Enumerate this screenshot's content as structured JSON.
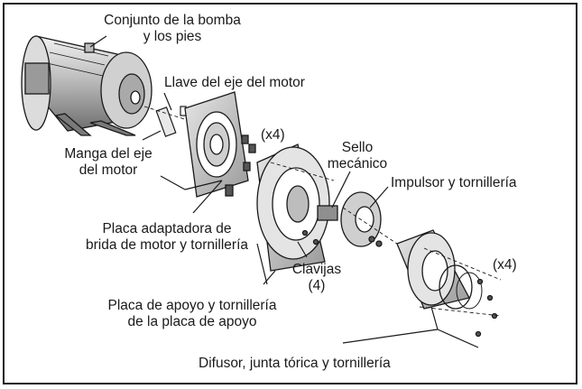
{
  "labels": {
    "pump_feet": [
      "Conjunto de la bomba",
      "y los pies"
    ],
    "shaft_key": "Llave del eje del motor",
    "qty_top": "(x4)",
    "shaft_sleeve": [
      "Manga del eje",
      "del motor"
    ],
    "mech_seal": [
      "Sello",
      "mecánico"
    ],
    "impeller": "Impulsor y tornillería",
    "adapter_plate": [
      "Placa adaptadora de",
      "brida de motor y tornillería"
    ],
    "qty_right": "(x4)",
    "dowels": [
      "Clavijas",
      "(4)"
    ],
    "backplate": [
      "Placa de apoyo y tornillería",
      "de la placa de apoyo"
    ],
    "diffuser": "Difusor, junta tórica y tornillería"
  },
  "colors": {
    "line": "#1a1a1a",
    "mid": "#8a8a8a",
    "light": "#cfcfcf",
    "dark": "#3a3a3a"
  }
}
